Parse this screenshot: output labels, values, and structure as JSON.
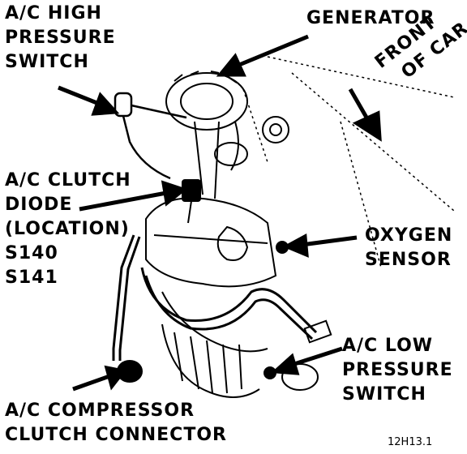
{
  "labels": {
    "ac_high_pressure_switch": [
      "A/C HIGH",
      "PRESSURE",
      "SWITCH"
    ],
    "generator": "GENERATOR",
    "front_of_car": [
      "FRONT",
      "OF CAR"
    ],
    "ac_clutch_diode": [
      "A/C CLUTCH",
      "DIODE",
      "(LOCATION)",
      "S140",
      "S141"
    ],
    "oxygen_sensor": [
      "OXYGEN",
      "SENSOR"
    ],
    "ac_low_pressure_switch": [
      "A/C LOW",
      "PRESSURE",
      "SWITCH"
    ],
    "ac_compressor_clutch_connector": [
      "A/C COMPRESSOR",
      "CLUTCH CONNECTOR"
    ]
  },
  "figure_code": "12H13.1",
  "colors": {
    "ink": "#000000",
    "paper": "#ffffff"
  }
}
